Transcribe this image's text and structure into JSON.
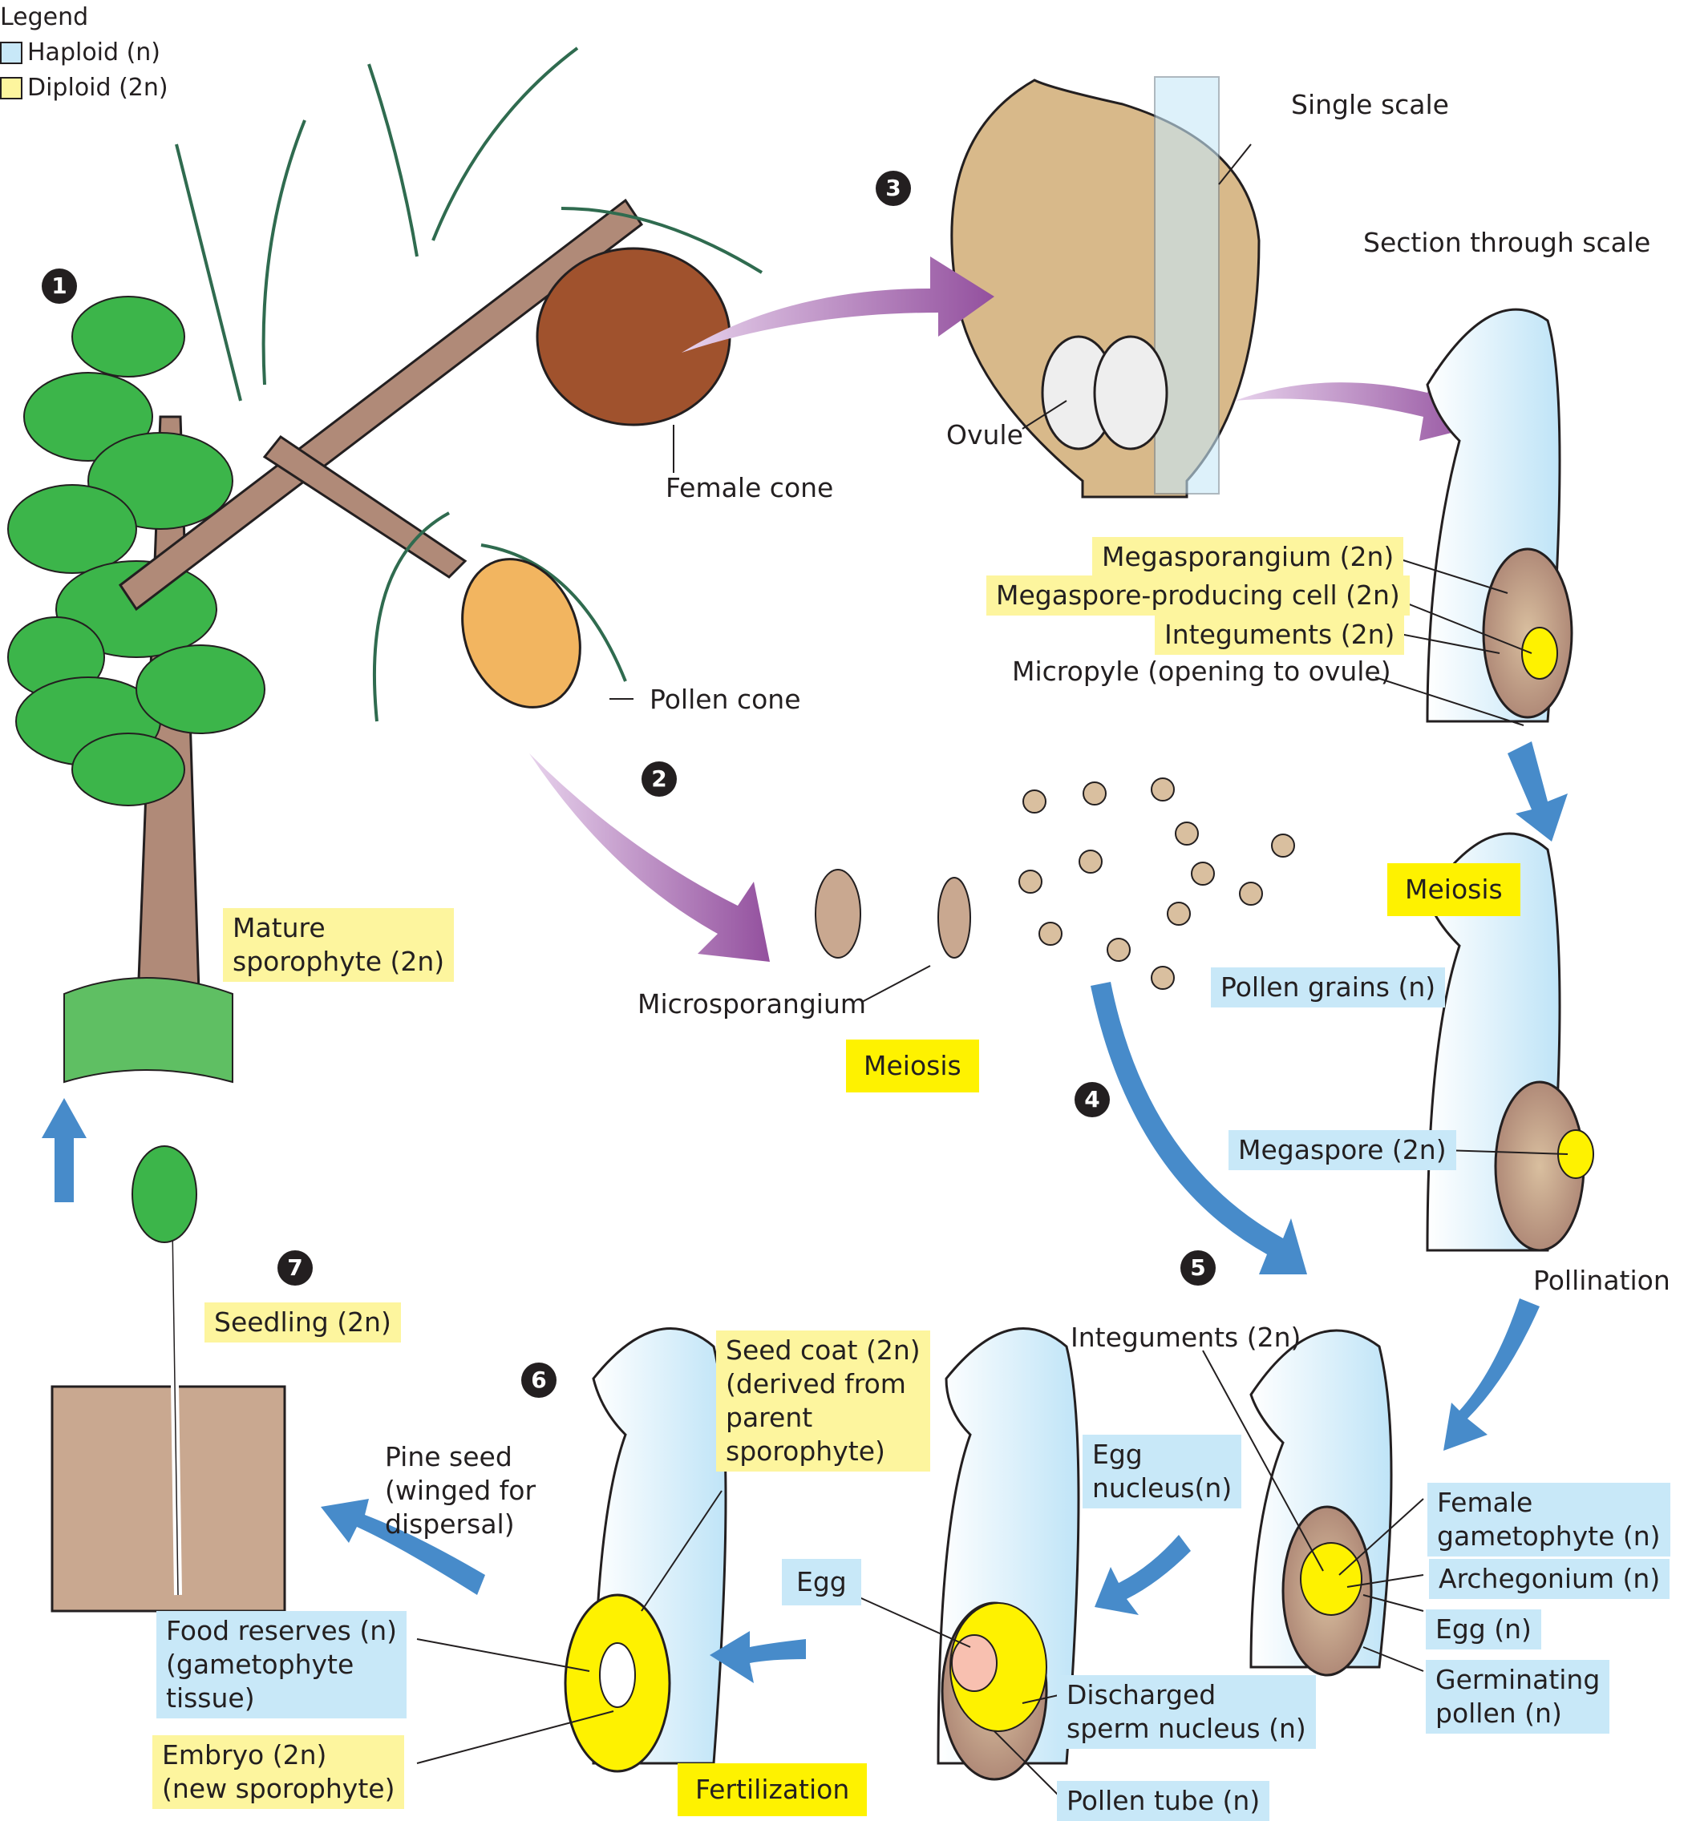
{
  "legend": {
    "title": "Legend",
    "items": [
      {
        "label": "Haploid (n)",
        "color": "#c8e8f8"
      },
      {
        "label": "Diploid (2n)",
        "color": "#fdf59e"
      }
    ]
  },
  "colors": {
    "haploid": "#c8e8f8",
    "diploid": "#fdf59e",
    "meiosis": "#fef200",
    "arrow_blue": "#478bca",
    "arrow_purple": "#9b59a6",
    "brown": "#b08a78",
    "tree_green": "#3cb54a",
    "cone_brown": "#a0522d"
  },
  "steps": [
    "1",
    "2",
    "3",
    "4",
    "5",
    "6",
    "7"
  ],
  "labels": {
    "single_scale": "Single scale",
    "section_through_scale": "Section through scale",
    "ovule": "Ovule",
    "female_cone": "Female cone",
    "pollen_cone": "Pollen cone",
    "microsporangium": "Microsporangium",
    "micropyle": "Micropyle (opening to ovule)",
    "pollination": "Pollination",
    "integuments_5": "Integuments (2n)",
    "pine_seed": "Pine seed\n(winged for\ndispersal)"
  },
  "boxes": {
    "mature_sporophyte": "Mature\nsporophyte (2n)",
    "megasporangium": "Megasporangium (2n)",
    "megaspore_producing_cell": "Megaspore-producing cell (2n)",
    "integuments_top": "Integuments (2n)",
    "meiosis_1": "Meiosis",
    "meiosis_2": "Meiosis",
    "pollen_grains": "Pollen grains (n)",
    "megaspore": "Megaspore (2n)",
    "seedling": "Seedling (2n)",
    "seed_coat": "Seed coat (2n)\n(derived from\nparent\nsporophyte)",
    "egg_nucleus": "Egg\nnucleus(n)",
    "female_gametophyte": "Female\ngametophyte (n)",
    "archegonium": "Archegonium (n)",
    "egg_n": "Egg (n)",
    "germinating_pollen": "Germinating\npollen (n)",
    "egg": "Egg",
    "food_reserves": "Food reserves (n)\n(gametophyte\ntissue)",
    "embryo": "Embryo (2n)\n(new sporophyte)",
    "fertilization": "Fertilization",
    "discharged_sperm": "Discharged\nsperm nucleus (n)",
    "pollen_tube": "Pollen tube (n)"
  }
}
